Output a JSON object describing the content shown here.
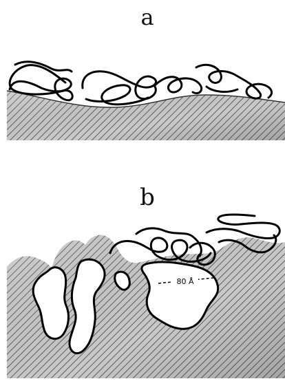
{
  "panels": [
    {
      "label": "a",
      "description_visible": false
    },
    {
      "label": "b",
      "pore_label": "80 Å"
    }
  ],
  "colors": {
    "substrate_light": "#d8d8d8",
    "substrate_dark": "#8a8a8a",
    "hatch": "#5a5a5a",
    "polymer_chain": "#000000",
    "background": "#ffffff"
  }
}
